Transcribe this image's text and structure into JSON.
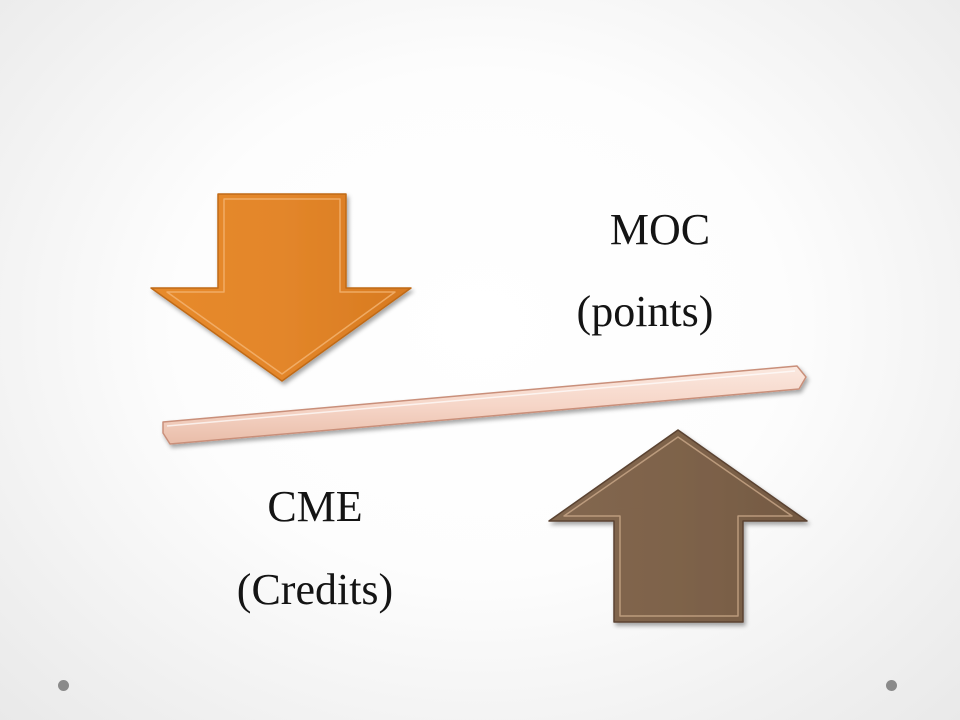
{
  "slide": {
    "upper_label": {
      "title": "MOC",
      "unit": "(points)"
    },
    "lower_label": {
      "title": "CME",
      "unit": "(Credits)"
    }
  },
  "colors": {
    "down_arrow": "#e3862a",
    "up_arrow": "#7e634a",
    "beam": "#f6d6c8",
    "text": "#141414"
  },
  "icons": [
    "down-arrow-icon",
    "up-arrow-icon"
  ]
}
